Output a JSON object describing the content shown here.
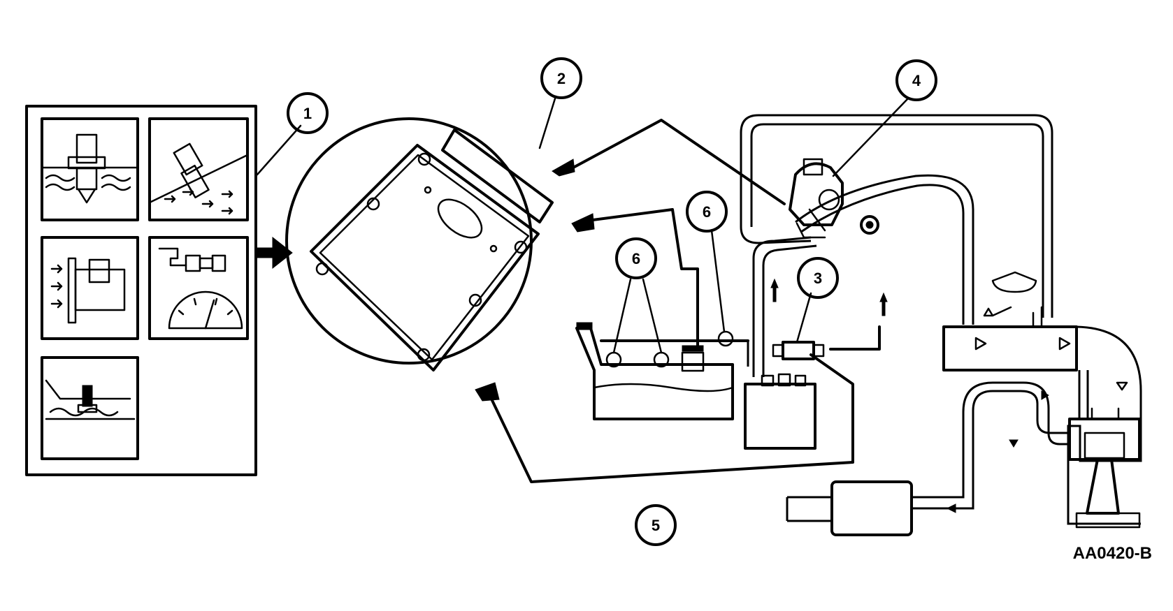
{
  "figure_code": "AA0420-B",
  "callouts": [
    {
      "id": "1",
      "label": "1"
    },
    {
      "id": "2",
      "label": "2"
    },
    {
      "id": "3",
      "label": "3"
    },
    {
      "id": "4",
      "label": "4"
    },
    {
      "id": "5",
      "label": "5"
    },
    {
      "id": "6a",
      "label": "6"
    },
    {
      "id": "6b",
      "label": "6"
    }
  ],
  "sensor_panels": [
    {
      "icon": "immersion-sensor-icon"
    },
    {
      "icon": "throttle-position-sensor-icon"
    },
    {
      "icon": "airflow-sensor-icon"
    },
    {
      "icon": "speed-sensor-gauge-icon"
    },
    {
      "icon": "oil-pan-sensor-icon"
    }
  ],
  "colors": {
    "ink": "#000000",
    "paper": "#ffffff"
  }
}
